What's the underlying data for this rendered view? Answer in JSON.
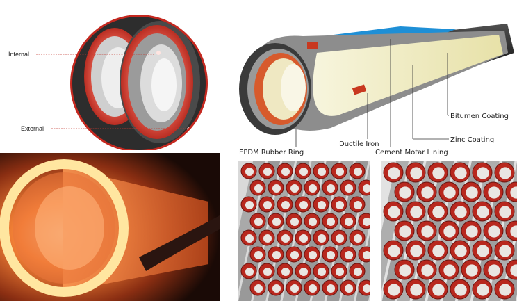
{
  "top_left": {
    "label_internal": "Internal",
    "label_external": "External"
  },
  "diagram": {
    "layers": {
      "bitumen": "Bitumen Coating",
      "zinc": "Zinc Coating",
      "cement": "Cement Motar Lining",
      "iron": "Ductile Iron",
      "epdm": "EPDM Rubber Ring"
    }
  },
  "colors": {
    "pipe_red": "#d9463a",
    "pipe_dark": "#3b3b3b",
    "lining_cream": "#f3efc8",
    "coating_blue": "#1e8fd6",
    "glow_orange": "#ff7a2a"
  }
}
